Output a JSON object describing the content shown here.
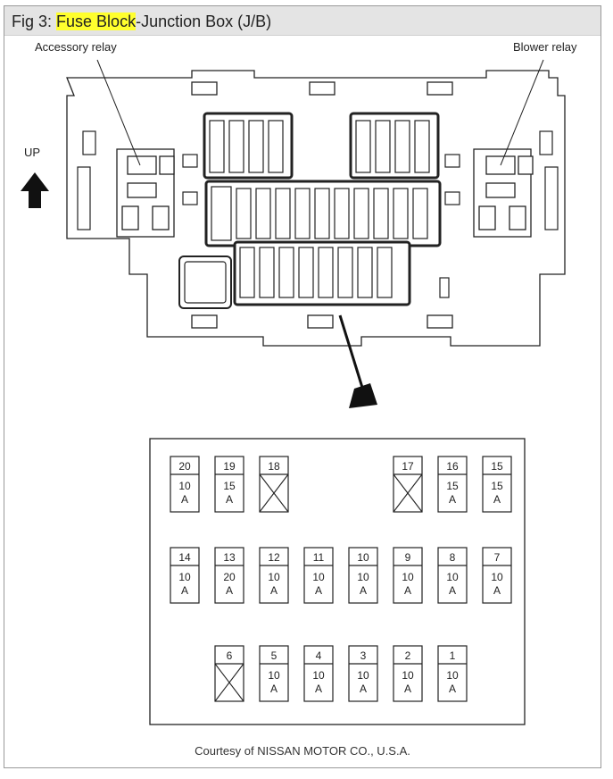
{
  "title": {
    "prefix": "Fig 3: ",
    "highlight": "Fuse Block",
    "suffix": "-Junction Box (J/B)"
  },
  "labels": {
    "accessory_relay": "Accessory relay",
    "blower_relay": "Blower relay",
    "up": "UP"
  },
  "fuse_rows": [
    [
      {
        "number": "20",
        "amp": "10",
        "unit": "A"
      },
      {
        "number": "19",
        "amp": "15",
        "unit": "A"
      },
      {
        "number": "18",
        "amp": "",
        "unit": "",
        "empty": true
      },
      null,
      null,
      {
        "number": "17",
        "amp": "",
        "unit": "",
        "empty": true
      },
      {
        "number": "16",
        "amp": "15",
        "unit": "A"
      },
      {
        "number": "15",
        "amp": "15",
        "unit": "A"
      }
    ],
    [
      {
        "number": "14",
        "amp": "10",
        "unit": "A"
      },
      {
        "number": "13",
        "amp": "20",
        "unit": "A"
      },
      {
        "number": "12",
        "amp": "10",
        "unit": "A"
      },
      {
        "number": "11",
        "amp": "10",
        "unit": "A"
      },
      {
        "number": "10",
        "amp": "10",
        "unit": "A"
      },
      {
        "number": "9",
        "amp": "10",
        "unit": "A"
      },
      {
        "number": "8",
        "amp": "10",
        "unit": "A"
      },
      {
        "number": "7",
        "amp": "10",
        "unit": "A"
      }
    ],
    [
      null,
      {
        "number": "6",
        "amp": "",
        "unit": "",
        "empty": true
      },
      {
        "number": "5",
        "amp": "10",
        "unit": "A"
      },
      {
        "number": "4",
        "amp": "10",
        "unit": "A"
      },
      {
        "number": "3",
        "amp": "10",
        "unit": "A"
      },
      {
        "number": "2",
        "amp": "10",
        "unit": "A"
      },
      {
        "number": "1",
        "amp": "10",
        "unit": "A"
      },
      null
    ]
  ],
  "caption": "Courtesy of NISSAN MOTOR CO., U.S.A."
}
